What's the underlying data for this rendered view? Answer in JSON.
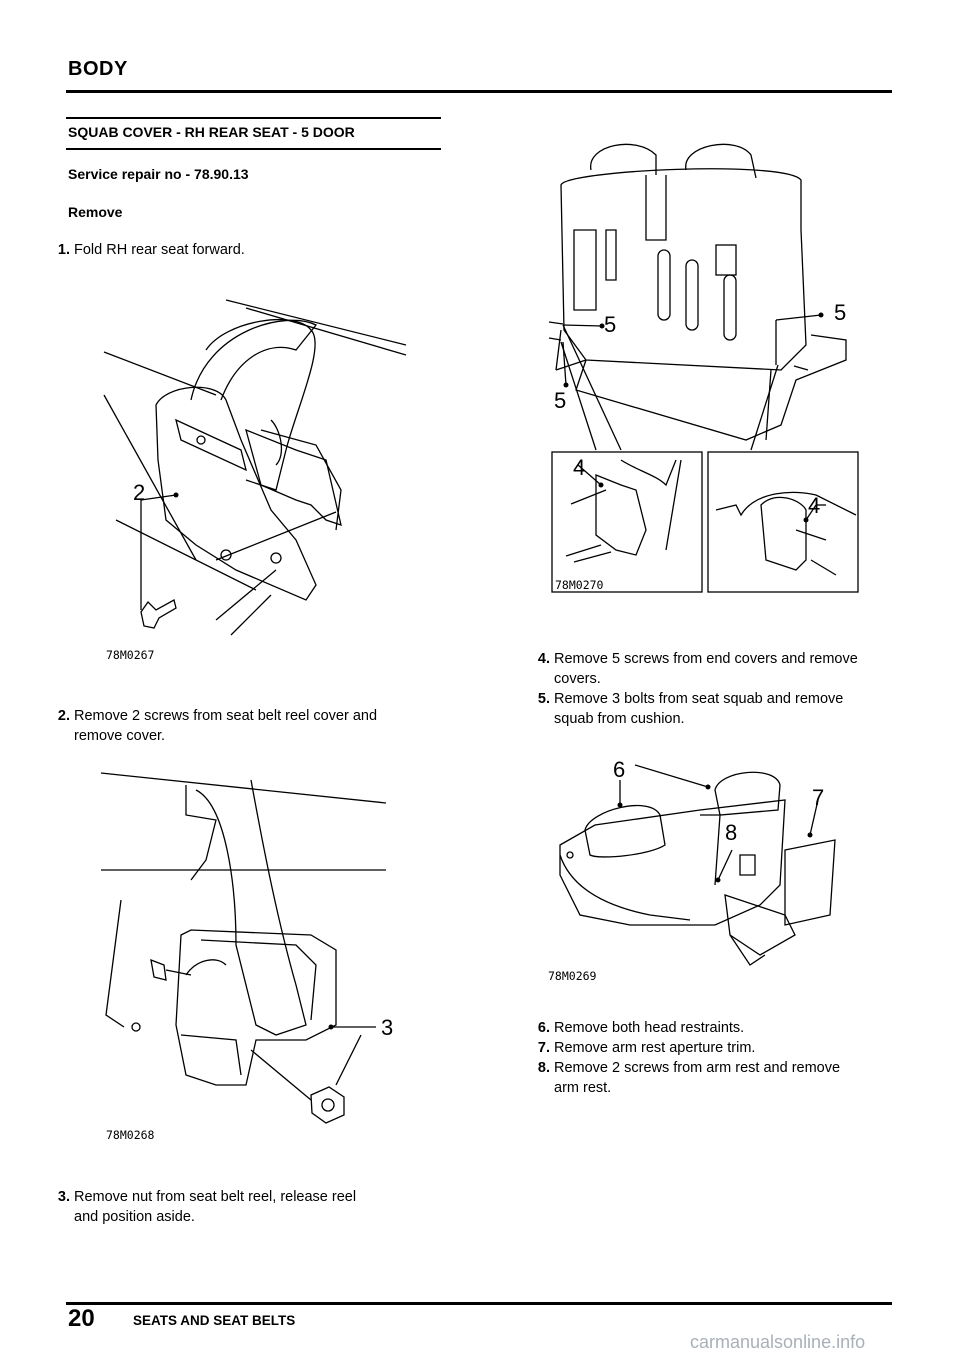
{
  "header": {
    "section": "BODY"
  },
  "procedure": {
    "title": "SQUAB COVER - RH REAR SEAT - 5 DOOR",
    "service_repair": "Service repair no - 78.90.13",
    "remove_heading": "Remove"
  },
  "steps": [
    {
      "num": "1.",
      "lines": [
        "Fold RH rear seat forward."
      ]
    },
    {
      "num": "2.",
      "lines": [
        "Remove 2 screws from seat belt reel cover and",
        "remove cover."
      ]
    },
    {
      "num": "3.",
      "lines": [
        "Remove nut from seat belt reel, release reel",
        "and position aside."
      ]
    },
    {
      "num": "4.",
      "lines": [
        "Remove 5 screws from end covers and remove",
        "covers."
      ]
    },
    {
      "num": "5.",
      "lines": [
        "Remove 3 bolts from seat squab and remove",
        "squab from cushion."
      ]
    },
    {
      "num": "6.",
      "lines": [
        "Remove both head restraints."
      ]
    },
    {
      "num": "7.",
      "lines": [
        "Remove arm rest aperture trim."
      ]
    },
    {
      "num": "8.",
      "lines": [
        "Remove 2 screws from arm rest and remove",
        "arm rest."
      ]
    }
  ],
  "figures": {
    "fig1": {
      "code": "78M0267",
      "callouts": [
        "2"
      ]
    },
    "fig2": {
      "code": "78M0268",
      "callouts": [
        "3"
      ]
    },
    "fig3": {
      "code": "78M0270",
      "callouts": [
        "5",
        "5",
        "5",
        "4",
        "4"
      ]
    },
    "fig4": {
      "code": "78M0269",
      "callouts": [
        "6",
        "7",
        "8"
      ]
    }
  },
  "footer": {
    "page_number": "20",
    "chapter": "SEATS AND SEAT BELTS"
  },
  "watermark": "carmanualsonline.info"
}
